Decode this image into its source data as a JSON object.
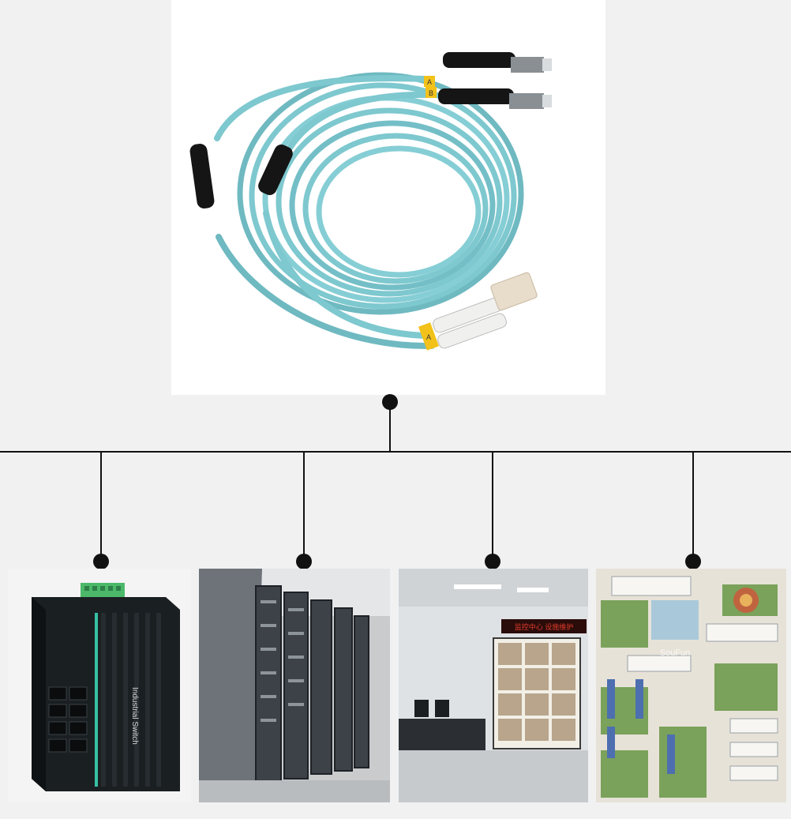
{
  "hero": {
    "connector_top_labels": [
      "A",
      "B"
    ],
    "connector_bottom_label": "A"
  },
  "panels": [
    {
      "id": "industrial-switch",
      "device_label": "Industrial Switch"
    },
    {
      "id": "server-room"
    },
    {
      "id": "monitoring-center",
      "led_text": "监控中心 设施维护"
    },
    {
      "id": "campus-plan",
      "watermark": "SouFun"
    }
  ],
  "colors": {
    "background": "#f1f1f1",
    "cable": "#7ec8cf",
    "cable_dark": "#5aa9b1",
    "boot_black": "#151515",
    "tag_yellow": "#f2c21b",
    "connector_beige": "#e8dccb",
    "switch_body": "#1a1f22",
    "switch_accent": "#36c2a3",
    "terminal_green": "#4bb86a",
    "led_red": "#e23b2a",
    "tree_line": "#111111"
  }
}
